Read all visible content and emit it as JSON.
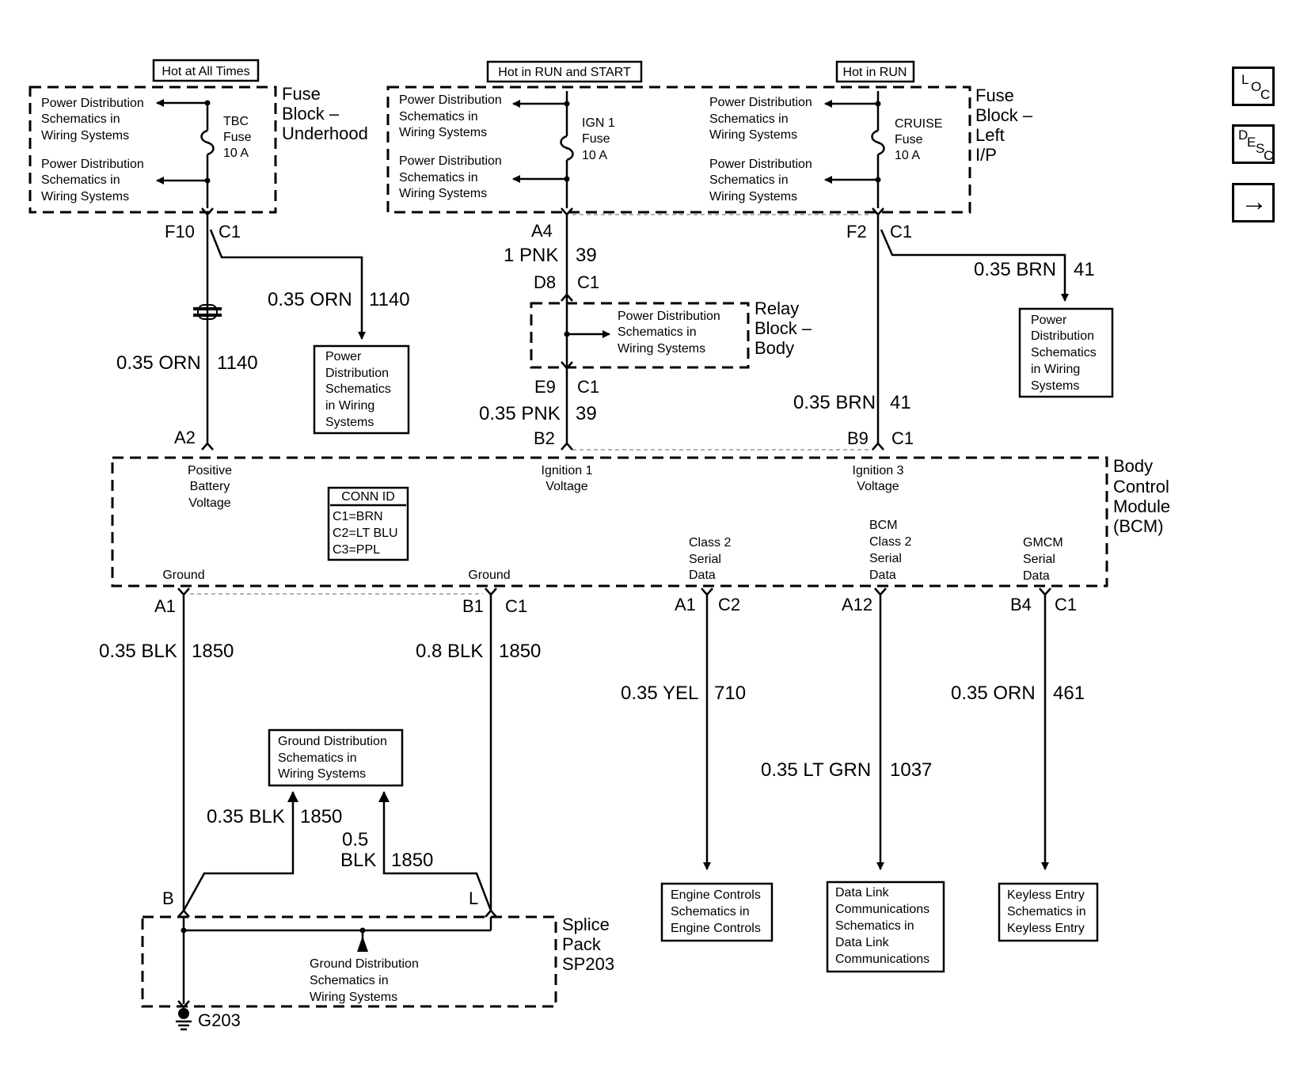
{
  "headers": {
    "hot_all_times": "Hot at All Times",
    "hot_run_start": "Hot in RUN and START",
    "hot_run": "Hot in RUN"
  },
  "pds": [
    "Power Distribution",
    "Schematics in",
    "Wiring Systems"
  ],
  "pds_boxed": [
    "Power",
    "Distribution",
    "Schematics",
    "in Wiring",
    "Systems"
  ],
  "gds": [
    "Ground Distribution",
    "Schematics in",
    "Wiring Systems"
  ],
  "fuse_block_underhood": {
    "title": [
      "Fuse",
      "Block –",
      "Underhood"
    ],
    "fuse": [
      "TBC",
      "Fuse",
      "10 A"
    ],
    "pin": "F10",
    "conn": "C1"
  },
  "fuse_block_left_ip": {
    "title": [
      "Fuse",
      "Block –",
      "Left",
      "I/P"
    ],
    "fuse_ign": [
      "IGN 1",
      "Fuse",
      "10 A"
    ],
    "fuse_cruise": [
      "CRUISE",
      "Fuse",
      "10 A"
    ],
    "pin_a4": "A4",
    "pin_f2": "F2",
    "conn": "C1"
  },
  "relay_block": {
    "title": [
      "Relay",
      "Block –",
      "Body"
    ],
    "pin_d8": "D8",
    "pin_e9": "E9",
    "conn": "C1"
  },
  "bcm": {
    "title": [
      "Body",
      "Control",
      "Module",
      "(BCM)"
    ],
    "pins_top": [
      "A2",
      "B2",
      "B9",
      "C1"
    ],
    "labels": {
      "pos_batt": [
        "Positive",
        "Battery",
        "Voltage"
      ],
      "ign1": [
        "Ignition 1",
        "Voltage"
      ],
      "ign3": [
        "Ignition 3",
        "Voltage"
      ],
      "class2": [
        "Class 2",
        "Serial",
        "Data"
      ],
      "bcm_class2": [
        "BCM",
        "Class 2",
        "Serial",
        "Data"
      ],
      "gmcm": [
        "GMCM",
        "Serial",
        "Data"
      ],
      "ground": "Ground"
    },
    "conn_id": {
      "title": "CONN ID",
      "rows": [
        "C1=BRN",
        "C2=LT BLU",
        "C3=PPL"
      ]
    },
    "pins_bottom": {
      "a1": "A1",
      "b1": "B1",
      "c1": "C1",
      "a1c2": "A1",
      "c2": "C2",
      "a12": "A12",
      "b4": "B4",
      "c1b": "C1"
    }
  },
  "wires": {
    "orn_top": {
      "gauge": "0.35 ORN",
      "circuit": "1140"
    },
    "orn_main": {
      "gauge": "0.35 ORN",
      "circuit": "1140"
    },
    "pnk_top": {
      "gauge": "1 PNK",
      "circuit": "39"
    },
    "pnk_main": {
      "gauge": "0.35 PNK",
      "circuit": "39"
    },
    "brn_top": {
      "gauge": "0.35 BRN",
      "circuit": "41"
    },
    "brn_main": {
      "gauge": "0.35 BRN",
      "circuit": "41"
    },
    "blk_a1": {
      "gauge": "0.35 BLK",
      "circuit": "1850"
    },
    "blk_b1": {
      "gauge": "0.8 BLK",
      "circuit": "1850"
    },
    "blk_gd1": {
      "gauge": "0.35 BLK",
      "circuit": "1850"
    },
    "blk_gd2": {
      "gauge": [
        "0.5",
        "BLK"
      ],
      "circuit": "1850"
    },
    "yel": {
      "gauge": "0.35 YEL",
      "circuit": "710"
    },
    "ltgrn": {
      "gauge": "0.35 LT GRN",
      "circuit": "1037"
    },
    "orn461": {
      "gauge": "0.35 ORN",
      "circuit": "461"
    }
  },
  "splice": {
    "title": [
      "Splice",
      "Pack",
      "SP203"
    ],
    "pin_b": "B",
    "pin_l": "L",
    "ground": "G203"
  },
  "destinations": {
    "engine": [
      "Engine Controls",
      "Schematics in",
      "Engine Controls"
    ],
    "datalink": [
      "Data Link",
      "Communications",
      "Schematics in",
      "Data Link",
      "Communications"
    ],
    "keyless": [
      "Keyless Entry",
      "Schematics in",
      "Keyless Entry"
    ]
  },
  "nav": {
    "loc": [
      "L",
      "O",
      "C"
    ],
    "desc": [
      "D",
      "E",
      "S",
      "C"
    ],
    "next": "→"
  }
}
